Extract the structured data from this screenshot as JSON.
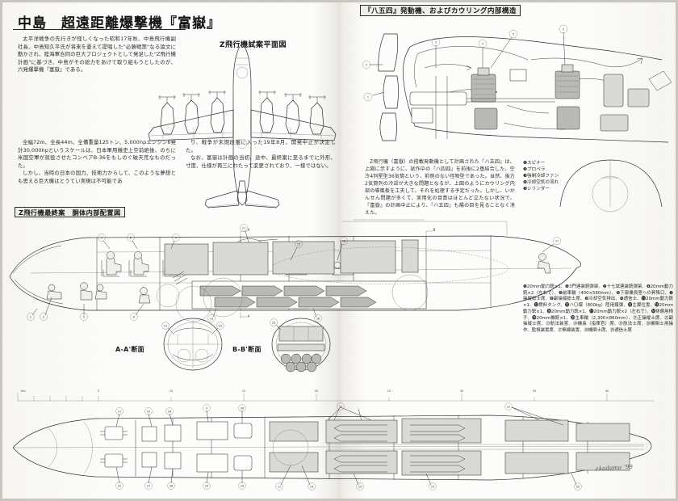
{
  "page": {
    "title": "中島　超遠距離爆撃機『富嶽』",
    "signature": "ekadama '99"
  },
  "intro": {
    "paragraph": "太平洋戦争の先行きが怪しくなった昭和17年秋、中島飛行機副社長、中島知久平氏が将来を憂えて提唱した\"必勝戦策\"なる論文に動かされ、陸海軍合同の巨大プロジェクトとして発足した\"Z飛行機計画\"に基づき、中島がその総力をあげて取り組もうとしたのが、六発爆撃機『富嶽』である。"
  },
  "spec_text": {
    "paragraph1": "全幅72m、全長44m、全備重量125トン、5,000hpエンジン6発計30,000hpというスケールは、日本軍用機史上空前絶後、のちに米国空軍が就役させたコンベアB-36をもしのぐ破天荒なものだった。",
    "paragraph2": "しかし、当時の日本の国力、技術力からして、このような夢想とも思える巨大機はとうてい実現は不可能であ"
  },
  "spec_text_right": {
    "paragraph1": "り、戦争が末期段階に入った19年8月、開発中止が決定した。",
    "paragraph2": "なお、富嶽は計画の当初、途中、最終案に至るまでに外形、寸度、仕様が再三にわたって変更されており、一様ではない。"
  },
  "plan_caption": "Z飛行機試案平面図",
  "engine_section": {
    "header": "『八五四』発動機、およびカウリング内部構造",
    "legend": [
      "❶スピナー",
      "❷プロペラ",
      "❸強制冷却ファン",
      "❹冷却空気の流れ",
      "❺シリンダー"
    ],
    "body": "Z飛行機（富嶽）の搭載発動機として計画された『ハ五四』は、上図に示すように、試作中の『ハ四四』を前後に2基結合した、空冷4列星型36気筒という、前例のない怪物型であった。当然、後方2気筒列の冷却が大きな問題となるが、上図のようにカウリング内部の導風板を工夫して、それを処理する予定だった。しかし、いかんせん問題が多くて、実用化の目算はほとんど立たない状況で、『富嶽』の計画中止により、『ハ五四』も陽の目を見ることなく消えた。"
  },
  "fuselage_section": {
    "header": "Z飛行機最終案　胴体内部配置図",
    "cross_section_a": "A-A'断面",
    "cross_section_b": "B-B'断面"
  },
  "equipment_list": {
    "text": "❶20mm動力銃×1、❷3門連装銃弾架、❸十七試連装銃弾架、❹20mm動力銃×2（左右で）、❺前車輪（400×560mm）、❻下部乗員室への昇降口、❼操縦総士席、❽副操縦総士席、❾冷却空気排出、❿通信士、⓫20mm動力銃×1、⓬燃料タンク、⓭ハ〇爆（800kg）陸用爆弾、⓮主翼位置、⓯20mm動力銃×1、⓰20mm動力銃×1、⓱20mm動力銃×2（左右で）、⓲休憩用椅子、⓳20mm機銃×1、⓴主車輪（2,300×860mm）、㉑正操縦士席、㉒副操縦士席、㉓航法装置、㉔機長（指揮官）席、㉕航法士席、㉖機関士用操作、監視装置席、㉗無線装置、㉘機関士席、㉙通信士席"
  },
  "ruler": {
    "unit": "0m",
    "ticks": [
      "5",
      "10",
      "15",
      "20",
      "25",
      "30",
      "35",
      "40"
    ]
  },
  "colors": {
    "ink": "#2e2e2e",
    "paper": "#fdfdfb",
    "fill_grey": "#d9d9d6",
    "fill_dark": "#b9b9b6",
    "gutter": "#e6e3dd"
  }
}
